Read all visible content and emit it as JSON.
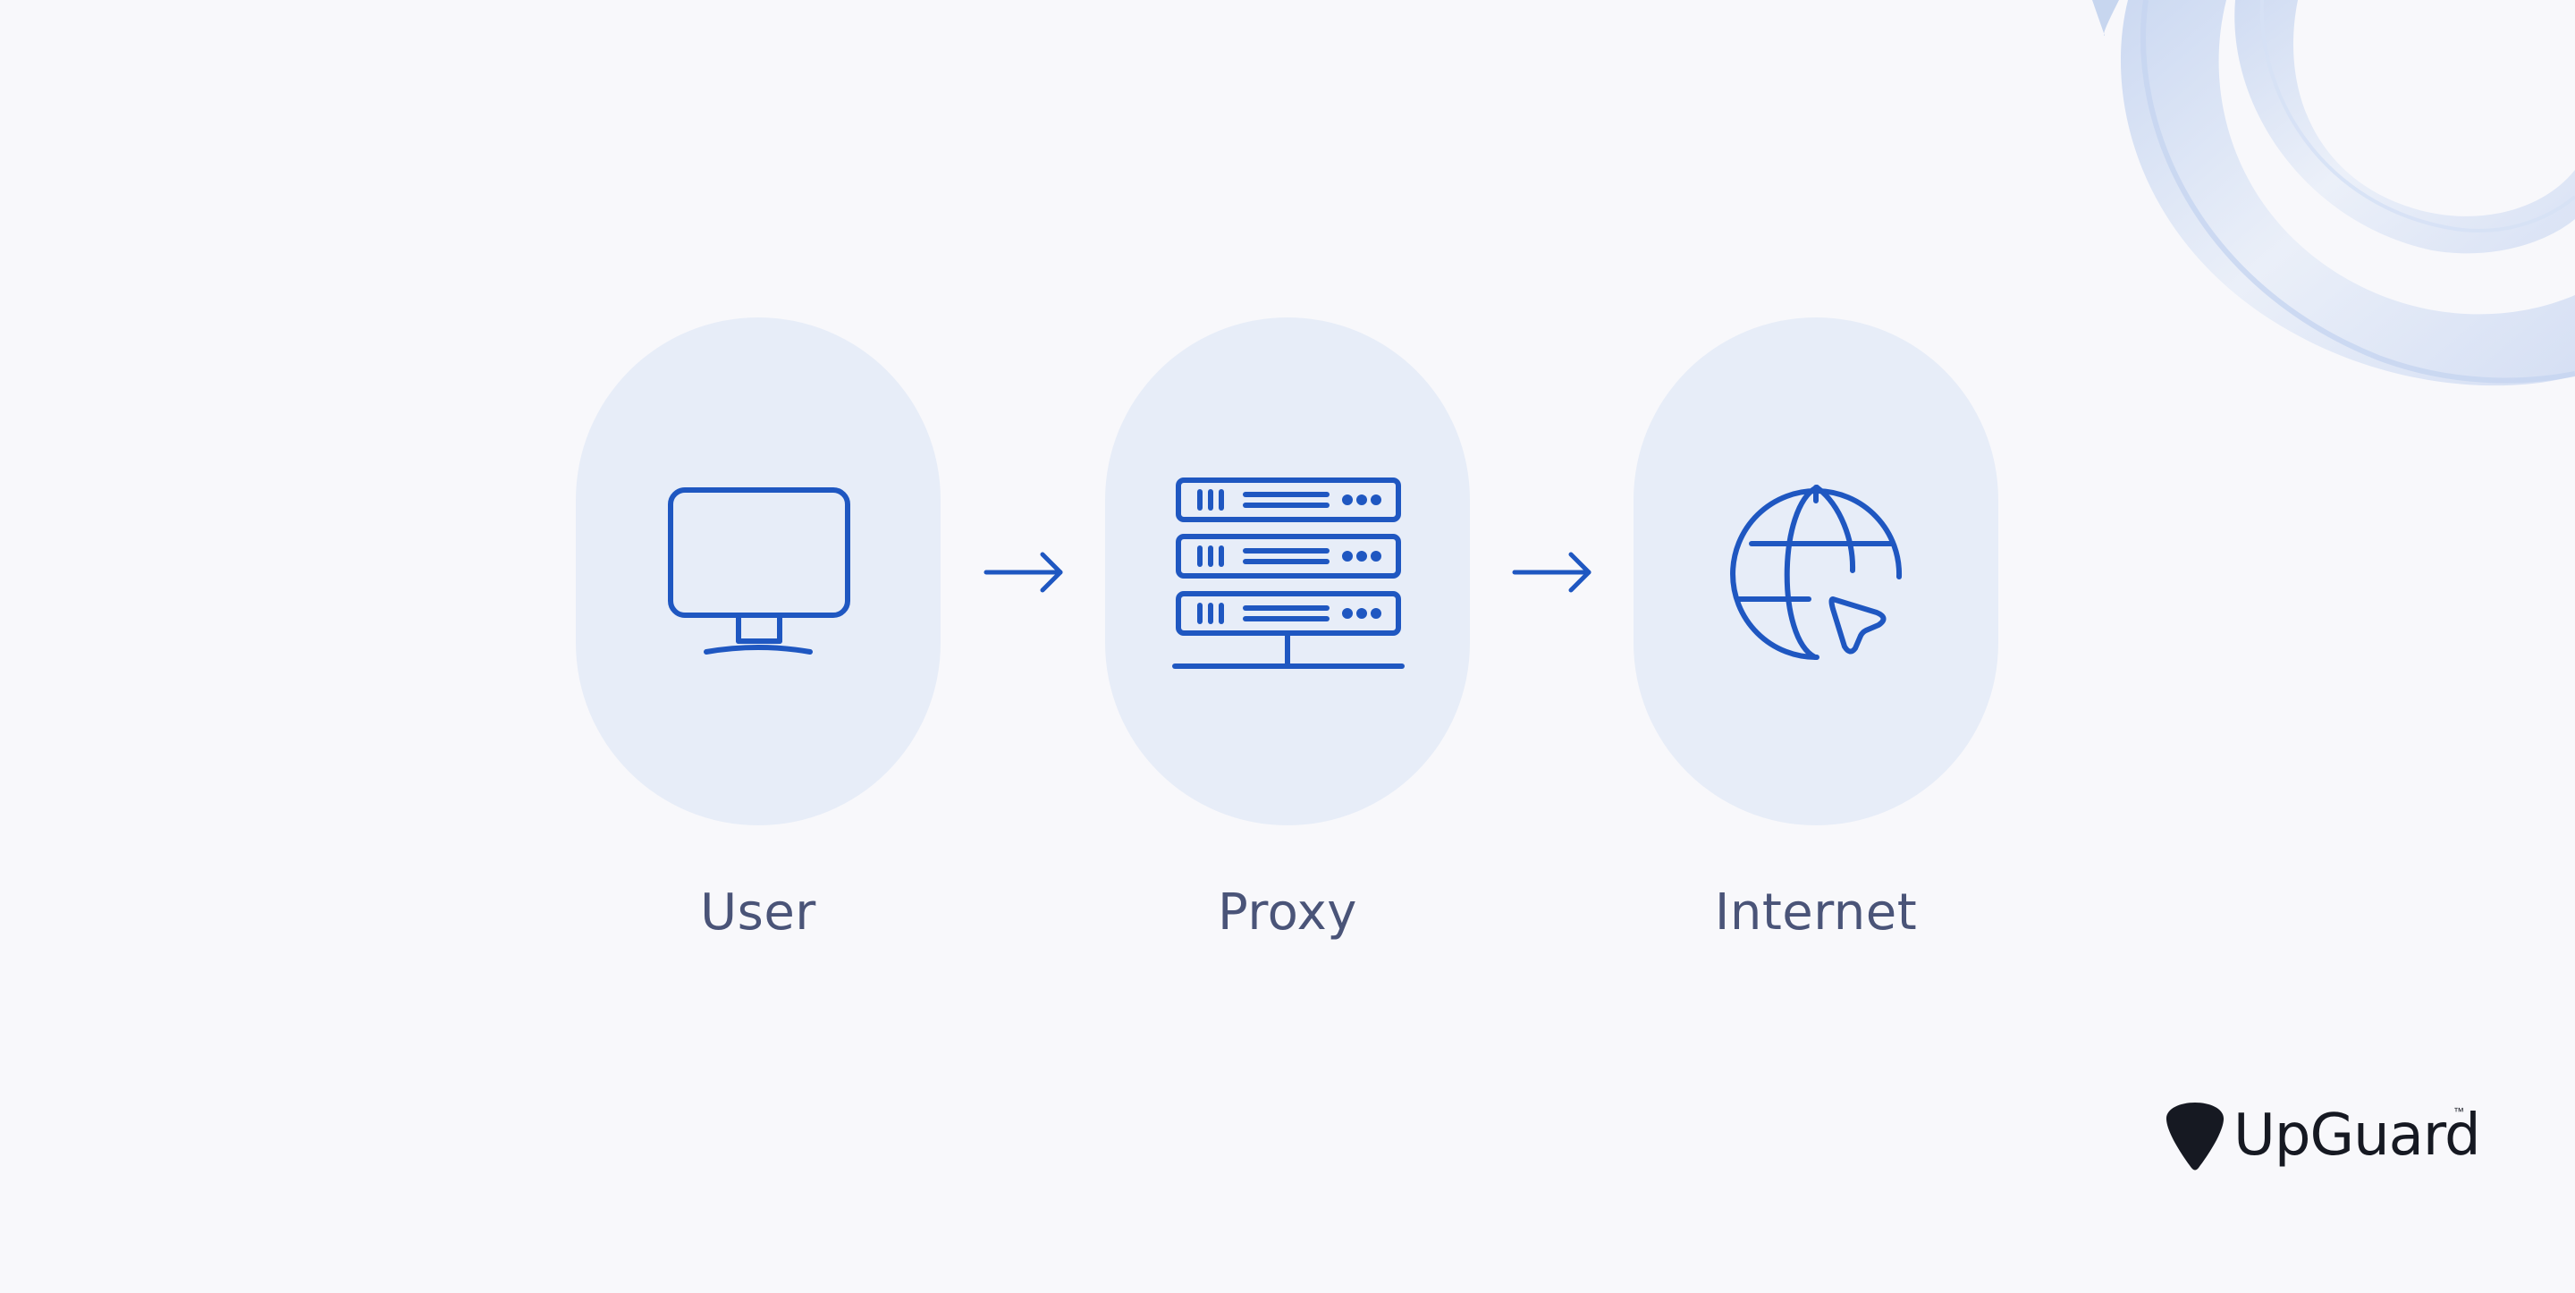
{
  "nodes": [
    {
      "label": "User",
      "icon": "monitor-icon"
    },
    {
      "label": "Proxy",
      "icon": "server-rack-icon"
    },
    {
      "label": "Internet",
      "icon": "globe-cursor-icon"
    }
  ],
  "connectors": [
    "arrow-right-icon",
    "arrow-right-icon"
  ],
  "brand": {
    "name": "UpGuard",
    "trademark": "™"
  },
  "colors": {
    "background": "#f8f8fb",
    "node_fill": "#e7edf8",
    "icon_stroke": "#1f57c1",
    "label_text": "#4a5478",
    "logo": "#161922"
  }
}
